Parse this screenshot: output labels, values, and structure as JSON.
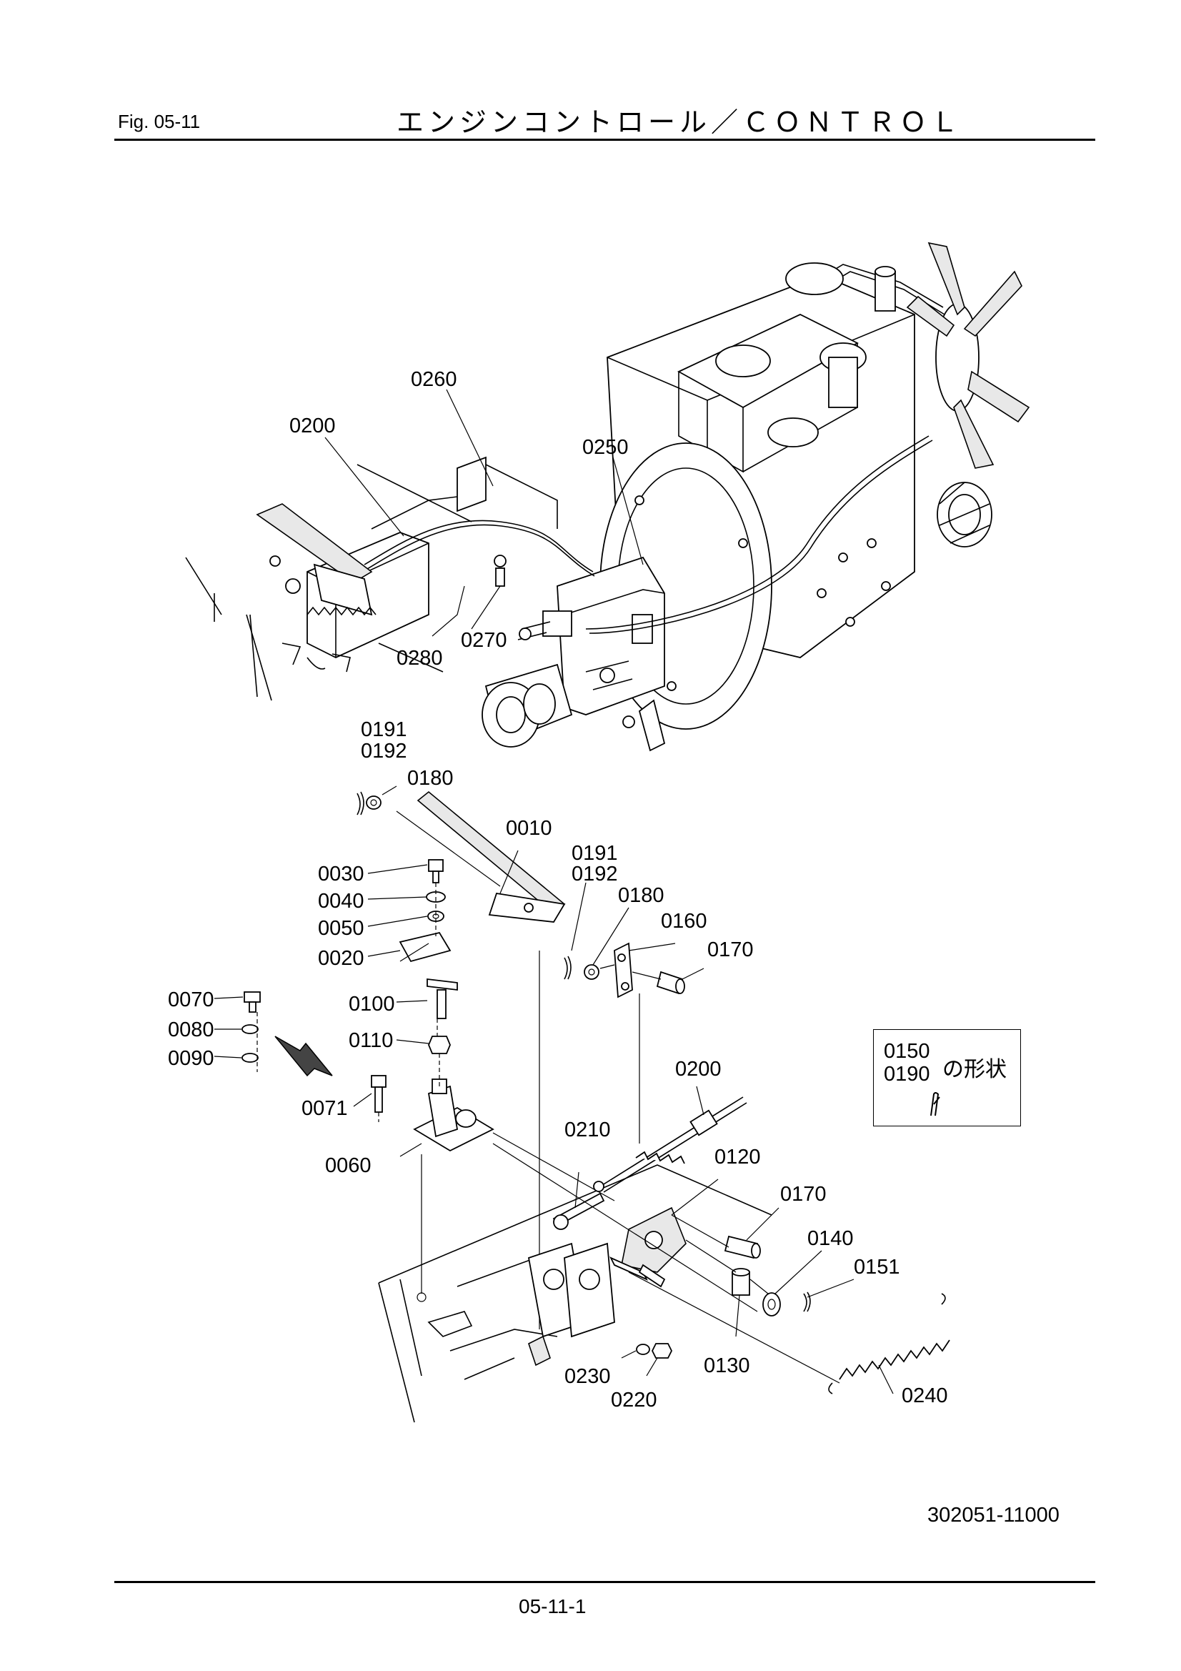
{
  "header": {
    "figure_label": "Fig.  05-11",
    "title": "エンジンコントロール／ＣＯＮＴＲＯＬ"
  },
  "upper_callouts": [
    {
      "text": "0260"
    },
    {
      "text": "0200"
    },
    {
      "text": "0250"
    },
    {
      "text": "0280"
    },
    {
      "text": "0270"
    }
  ],
  "lower_callouts": [
    {
      "text": "0191"
    },
    {
      "text": "0192"
    },
    {
      "text": "0180"
    },
    {
      "text": "0010"
    },
    {
      "text": "0191"
    },
    {
      "text": "0192"
    },
    {
      "text": "0030"
    },
    {
      "text": "0040"
    },
    {
      "text": "0050"
    },
    {
      "text": "0020"
    },
    {
      "text": "0180"
    },
    {
      "text": "0160"
    },
    {
      "text": "0170"
    },
    {
      "text": "0070"
    },
    {
      "text": "0080"
    },
    {
      "text": "0090"
    },
    {
      "text": "0100"
    },
    {
      "text": "0110"
    },
    {
      "text": "0071"
    },
    {
      "text": "0060"
    },
    {
      "text": "0200"
    },
    {
      "text": "0210"
    },
    {
      "text": "0120"
    },
    {
      "text": "0170"
    },
    {
      "text": "0140"
    },
    {
      "text": "0151"
    },
    {
      "text": "0130"
    },
    {
      "text": "0230"
    },
    {
      "text": "0220"
    },
    {
      "text": "0240"
    }
  ],
  "inset": {
    "code_1": "0150",
    "code_2": "0190",
    "suffix": "の形状",
    "icon": "cotter-pin-icon"
  },
  "drawing_number": "302051-11000",
  "page_number": "05-11-1"
}
